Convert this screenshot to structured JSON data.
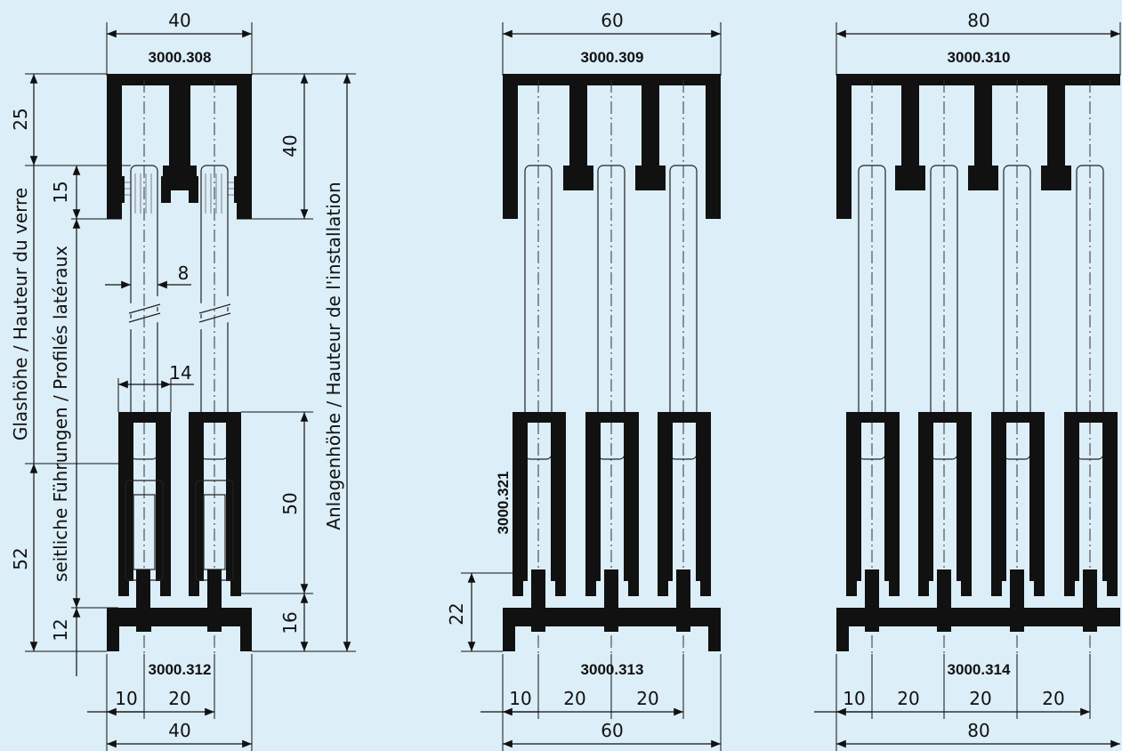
{
  "colors": {
    "background": "#dceef8",
    "ink": "#111111"
  },
  "assembly_1": {
    "top_width": "40",
    "top_profile": "3000.308",
    "bottom_profile": "3000.312",
    "bottom_width": "40",
    "spacing_10": "10",
    "spacing_20": "20",
    "dim_25": "25",
    "dim_15": "15",
    "dim_40": "40",
    "dim_8": "8",
    "dim_14": "14",
    "dim_50": "50",
    "dim_52": "52",
    "dim_12": "12",
    "dim_16": "16",
    "label_glass_height": "Glashöhe / Hauteur du verre",
    "label_side_guides": "seitliche Führungen / Profilés latéraux",
    "label_install_height": "Anlagenhöhe / Hauteur de l'installation"
  },
  "assembly_2": {
    "top_width": "60",
    "top_profile": "3000.309",
    "side_profile": "3000.321",
    "dim_22": "22",
    "bottom_profile": "3000.313",
    "spacing": [
      "10",
      "20",
      "20"
    ],
    "bottom_width": "60"
  },
  "assembly_3": {
    "top_width": "80",
    "top_profile": "3000.310",
    "bottom_profile": "3000.314",
    "spacing": [
      "10",
      "20",
      "20",
      "20"
    ],
    "bottom_width": "80"
  }
}
